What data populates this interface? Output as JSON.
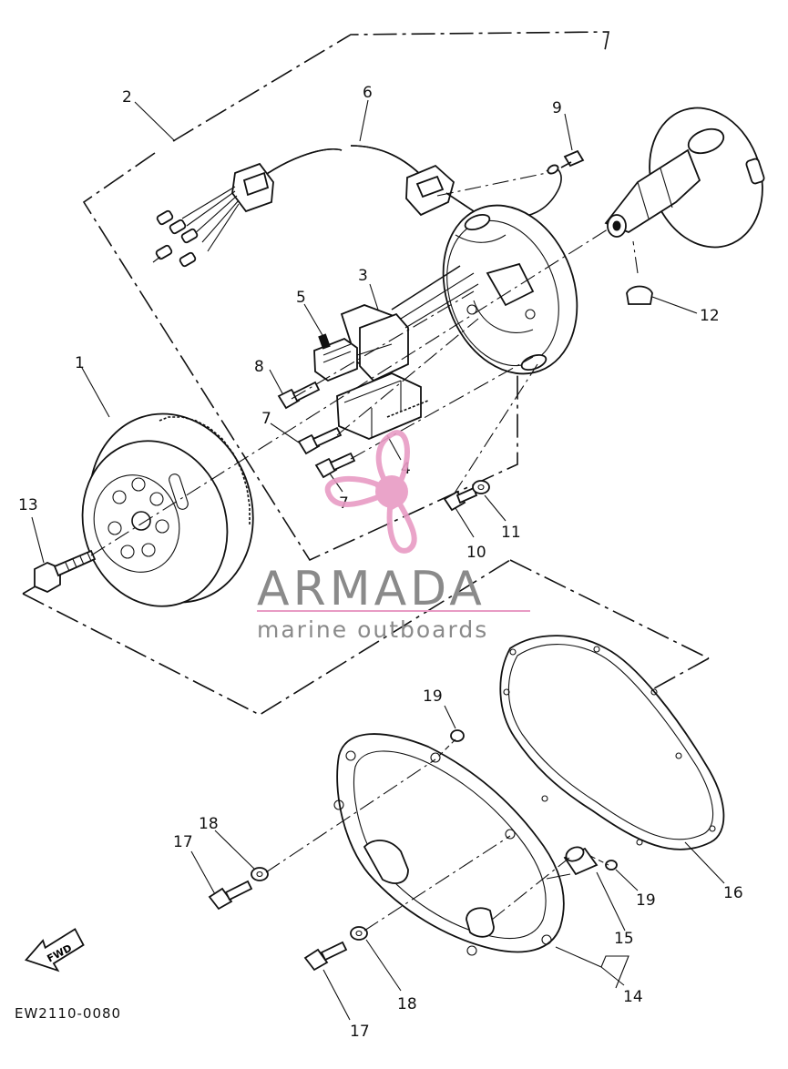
{
  "diagram": {
    "callouts": {
      "c1": "1",
      "c2": "2",
      "c3": "3",
      "c4": "4",
      "c5": "5",
      "c6": "6",
      "c7a": "7",
      "c7b": "7",
      "c8": "8",
      "c9": "9",
      "c10": "10",
      "c11": "11",
      "c12": "12",
      "c13": "13",
      "c14": "14",
      "c15": "15",
      "c16": "16",
      "c17a": "17",
      "c17b": "17",
      "c18a": "18",
      "c18b": "18",
      "c19a": "19",
      "c19b": "19"
    },
    "fwd_label": "FWD",
    "drawing_code": "EW2110-0080"
  },
  "watermark": {
    "brand": "ARMADA",
    "tagline": "marine outboards",
    "brand_color": "#8a8a8a",
    "accent_color": "#e89bc4"
  }
}
